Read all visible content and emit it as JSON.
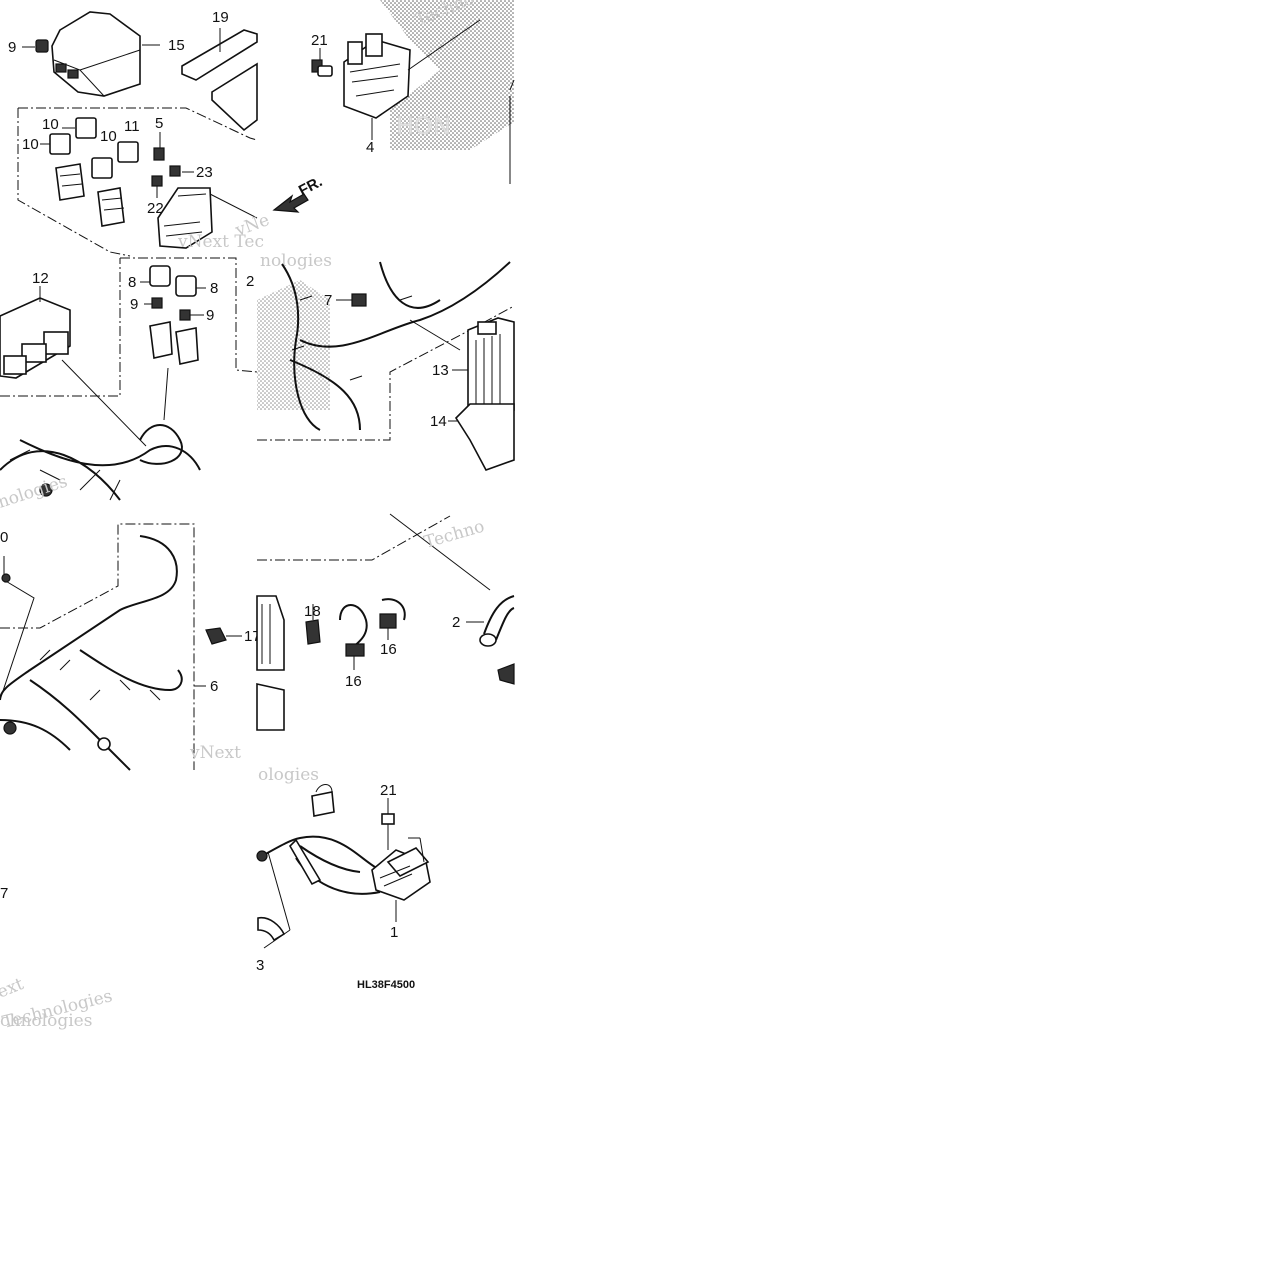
{
  "diagram": {
    "code": "HL38F4500",
    "front_label": "FR.",
    "callouts": {
      "c1": "1",
      "c2": "2",
      "c3": "3",
      "c4": "4",
      "c5": "5",
      "c6": "6",
      "c7": "7",
      "c8a": "8",
      "c8b": "8",
      "c9a": "9",
      "c9b": "9",
      "c9c": "9",
      "c10a": "10",
      "c10b": "10",
      "c10c": "10",
      "c10d": "0",
      "c11": "11",
      "c12": "12",
      "c13": "13",
      "c14": "14",
      "c15": "15",
      "c16a": "16",
      "c16b": "16",
      "c17": "17",
      "c18": "18",
      "c19": "19",
      "c2b": "2",
      "c21a": "21",
      "c21b": "21",
      "c22": "22",
      "c23": "23",
      "c7b": "7"
    },
    "watermarks": {
      "w1": "Techno",
      "w2": "vNext Tec",
      "w3": "nologies",
      "w4": "Techno",
      "w5": "vNext",
      "w6": "nologies",
      "w7": "Next",
      "w8": "Technologies",
      "w9": "chnologies",
      "w10": "ext",
      "w11": "HON"
    }
  }
}
